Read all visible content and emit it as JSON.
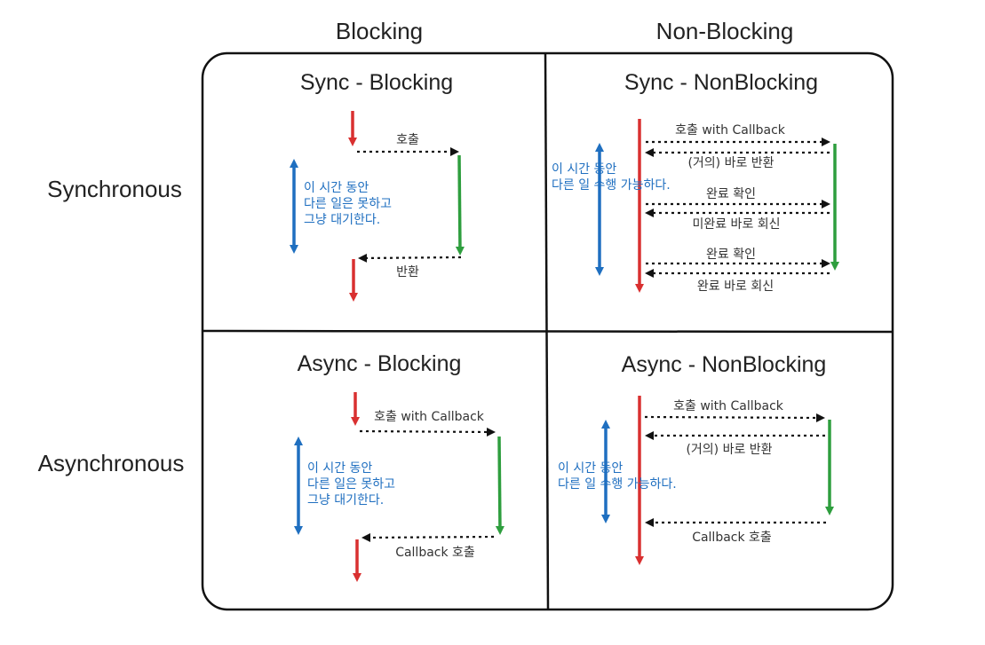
{
  "columns": {
    "blocking": "Blocking",
    "non_blocking": "Non-Blocking"
  },
  "rows": {
    "synchronous": "Synchronous",
    "asynchronous": "Asynchronous"
  },
  "colors": {
    "red": "#d93030",
    "green": "#2e9e3e",
    "blue": "#1f6fc0",
    "border": "#111111"
  },
  "sync_blocking": {
    "title": "Sync - Blocking",
    "call": "호출",
    "return": "반환",
    "note": [
      "이 시간 동안",
      "다른 일은 못하고",
      "그냥 대기한다."
    ]
  },
  "sync_nonblocking": {
    "title": "Sync - NonBlocking",
    "call": "호출 with Callback",
    "immediate_return": "(거의) 바로 반환",
    "check1": "완료 확인",
    "not_done_reply": "미완료 바로 회신",
    "check2": "완료 확인",
    "done_reply": "완료 바로 회신",
    "note": [
      "이 시간 동안",
      "다른 일 수행 가능하다."
    ]
  },
  "async_blocking": {
    "title": "Async - Blocking",
    "call": "호출 with Callback",
    "callback": "Callback 호출",
    "note": [
      "이 시간 동안",
      "다른 일은 못하고",
      "그냥 대기한다."
    ]
  },
  "async_nonblocking": {
    "title": "Async - NonBlocking",
    "call": "호출 with Callback",
    "immediate_return": "(거의) 바로 반환",
    "callback": "Callback 호출",
    "note": [
      "이 시간 동안",
      "다른 일 수행 가능하다."
    ]
  }
}
